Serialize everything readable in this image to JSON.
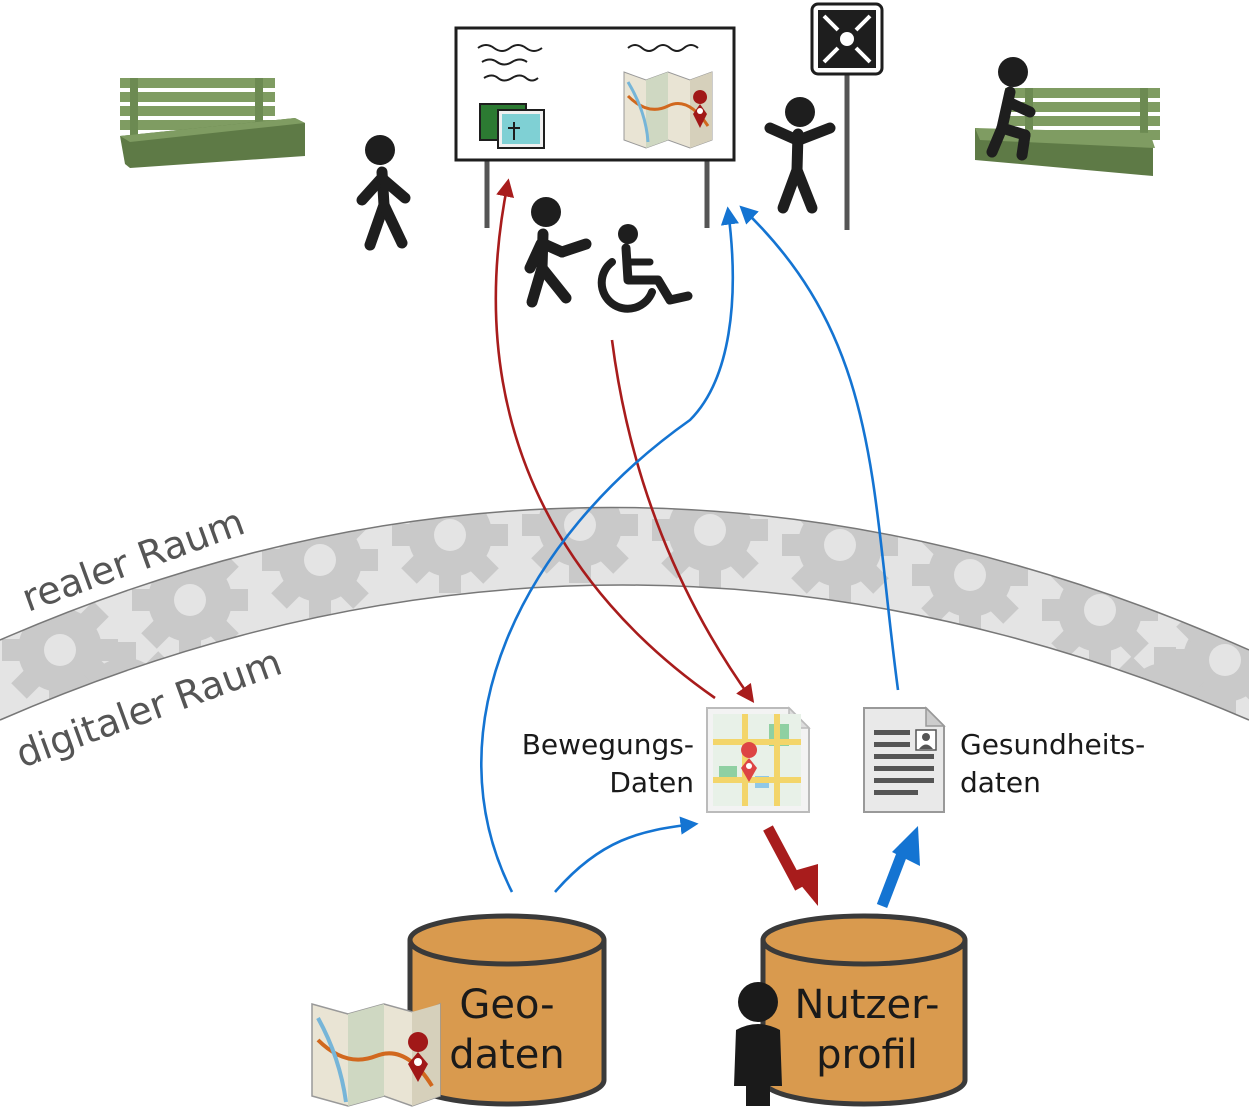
{
  "band": {
    "upper_label": "realer Raum",
    "lower_label": "digitaler Raum"
  },
  "documents": {
    "movement": {
      "line1": "Bewegungs-",
      "line2": "Daten"
    },
    "health": {
      "line1": "Gesundheits-",
      "line2": "daten"
    }
  },
  "databases": {
    "geo": {
      "line1": "Geo-",
      "line2": "daten"
    },
    "user": {
      "line1": "Nutzer-",
      "line2": "profil"
    }
  },
  "colors": {
    "red_arrow": "#a81c1c",
    "blue_arrow": "#1474d2",
    "bench": "#5e7a46",
    "bench_light": "#7f9c62",
    "database": "#d99a4e",
    "gear_band": "#d6d6d6",
    "figure": "#1e1e1e"
  },
  "icons": [
    "bench-icon",
    "person-walking-icon",
    "wheelchair-icon",
    "meeting-point-sign-icon",
    "info-board-icon",
    "map-icon",
    "photo-icon",
    "document-map-icon",
    "document-profile-icon",
    "database-icon",
    "user-silhouette-icon"
  ]
}
